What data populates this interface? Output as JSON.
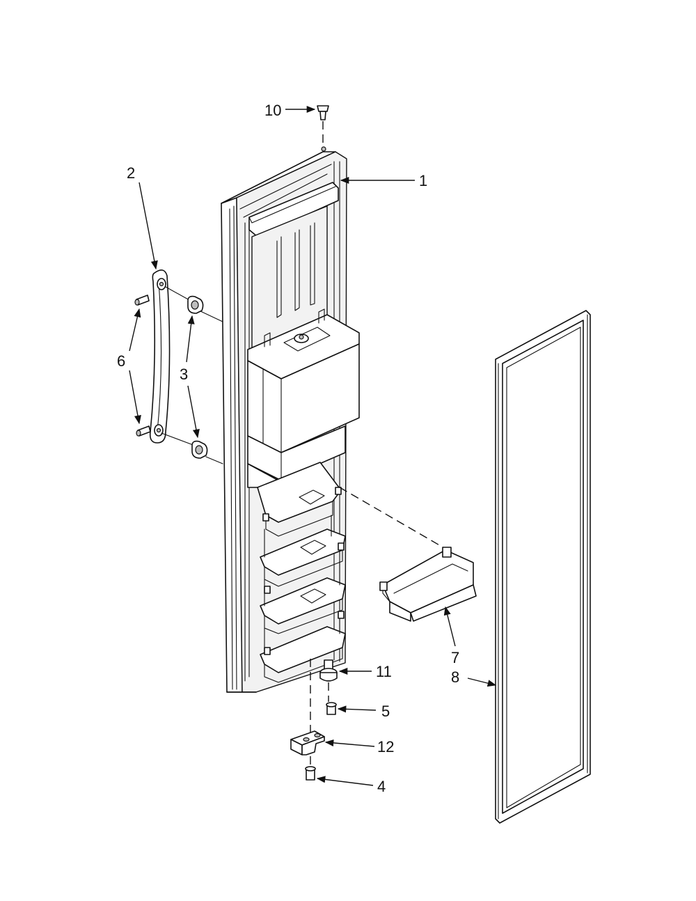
{
  "callouts": {
    "c1": "1",
    "c2": "2",
    "c3": "3",
    "c4": "4",
    "c5": "5",
    "c6": "6",
    "c7": "7",
    "c8": "8",
    "c10": "10",
    "c11": "11",
    "c12": "12"
  }
}
